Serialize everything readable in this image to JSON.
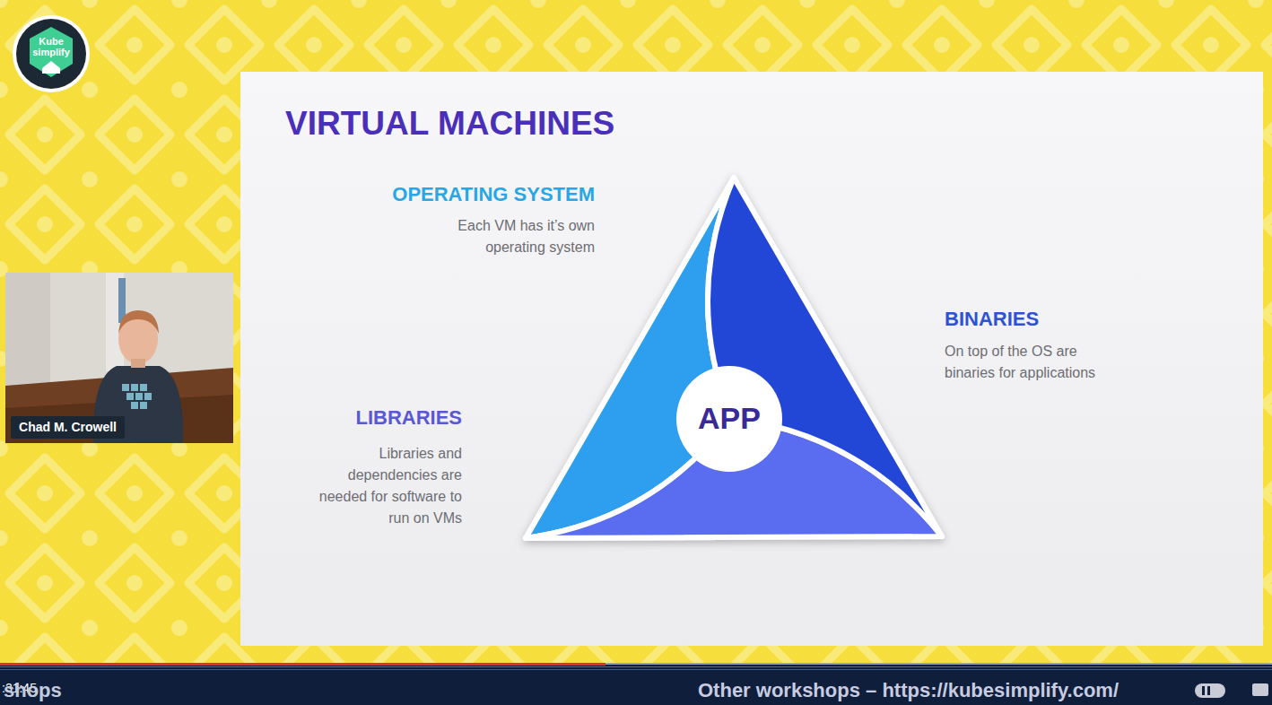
{
  "diagram": {
    "title": "VIRTUAL MACHINES",
    "nodes": [
      {
        "text": [
          "Kube simplify"
        ]
      },
      {
        "text": [
          "Chad M. Crowell"
        ]
      },
      {
        "text": [
          "APP"
        ]
      }
    ],
    "labels": [
      "OPERATING SYSTEM",
      "Each VM has it’s own operating system",
      "BINARIES",
      "On top of the OS are binaries for applications",
      "LIBRARIES",
      "Libraries and dependencies are needed for software to run on VMs",
      ":31:45",
      "shops",
      "Other workshops – https://kubesimplify.com/"
    ]
  }
}
